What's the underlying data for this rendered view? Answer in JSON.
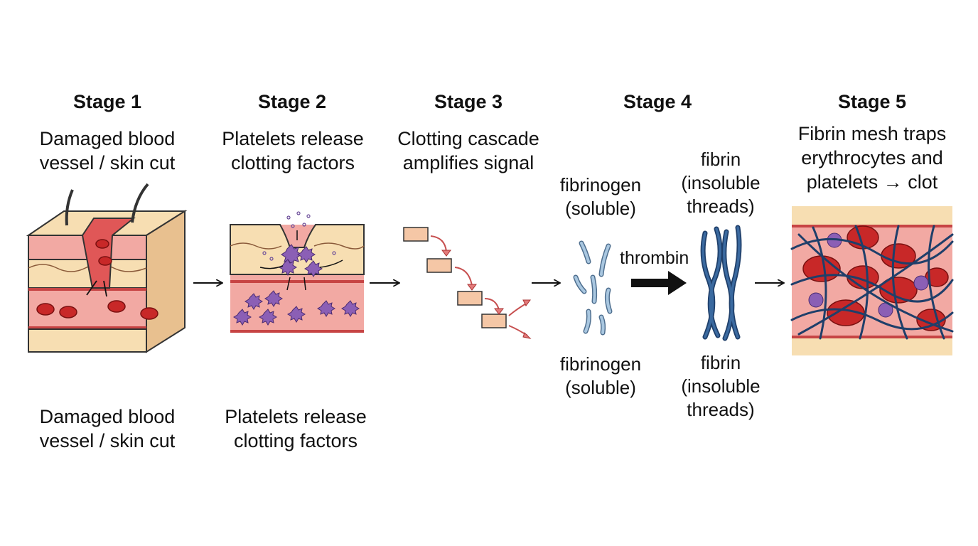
{
  "stages": [
    {
      "title": "Stage 1",
      "caption": [
        "Damaged blood",
        "vessel / skin cut"
      ],
      "repeat_caption": [
        "Damaged blood",
        "vessel / skin cut"
      ]
    },
    {
      "title": "Stage 2",
      "caption": [
        "Platelets release",
        "clotting factors"
      ],
      "repeat_caption": [
        "Platelets release",
        "clotting factors"
      ]
    },
    {
      "title": "Stage 3",
      "caption": [
        "Clotting cascade",
        "amplifies signal"
      ]
    },
    {
      "title": "Stage 4"
    },
    {
      "title": "Stage 5",
      "caption": [
        "Fibrin mesh traps",
        "erythrocytes and",
        "platelets → clot"
      ]
    }
  ],
  "stage4": {
    "fibrinogen_top": [
      "fibrinogen",
      "(soluble)"
    ],
    "fibrinogen_bottom": [
      "fibrinogen",
      "(soluble)"
    ],
    "fibrin_top": [
      "fibrin",
      "(insoluble",
      "threads)"
    ],
    "fibrin_bottom": [
      "fibrin",
      "(insoluble",
      "threads)"
    ],
    "enzyme": "thrombin"
  },
  "colors": {
    "skin": "#f7deb2",
    "tissue": "#f2a9a3",
    "vessel": "#d94b4b",
    "rbc": "#c82828",
    "platelet": "#8b5fb5",
    "fibrin": "#2e5a8a",
    "fibrinogen": "#a9c7e0",
    "cascade_box": "#f5c7a6"
  }
}
